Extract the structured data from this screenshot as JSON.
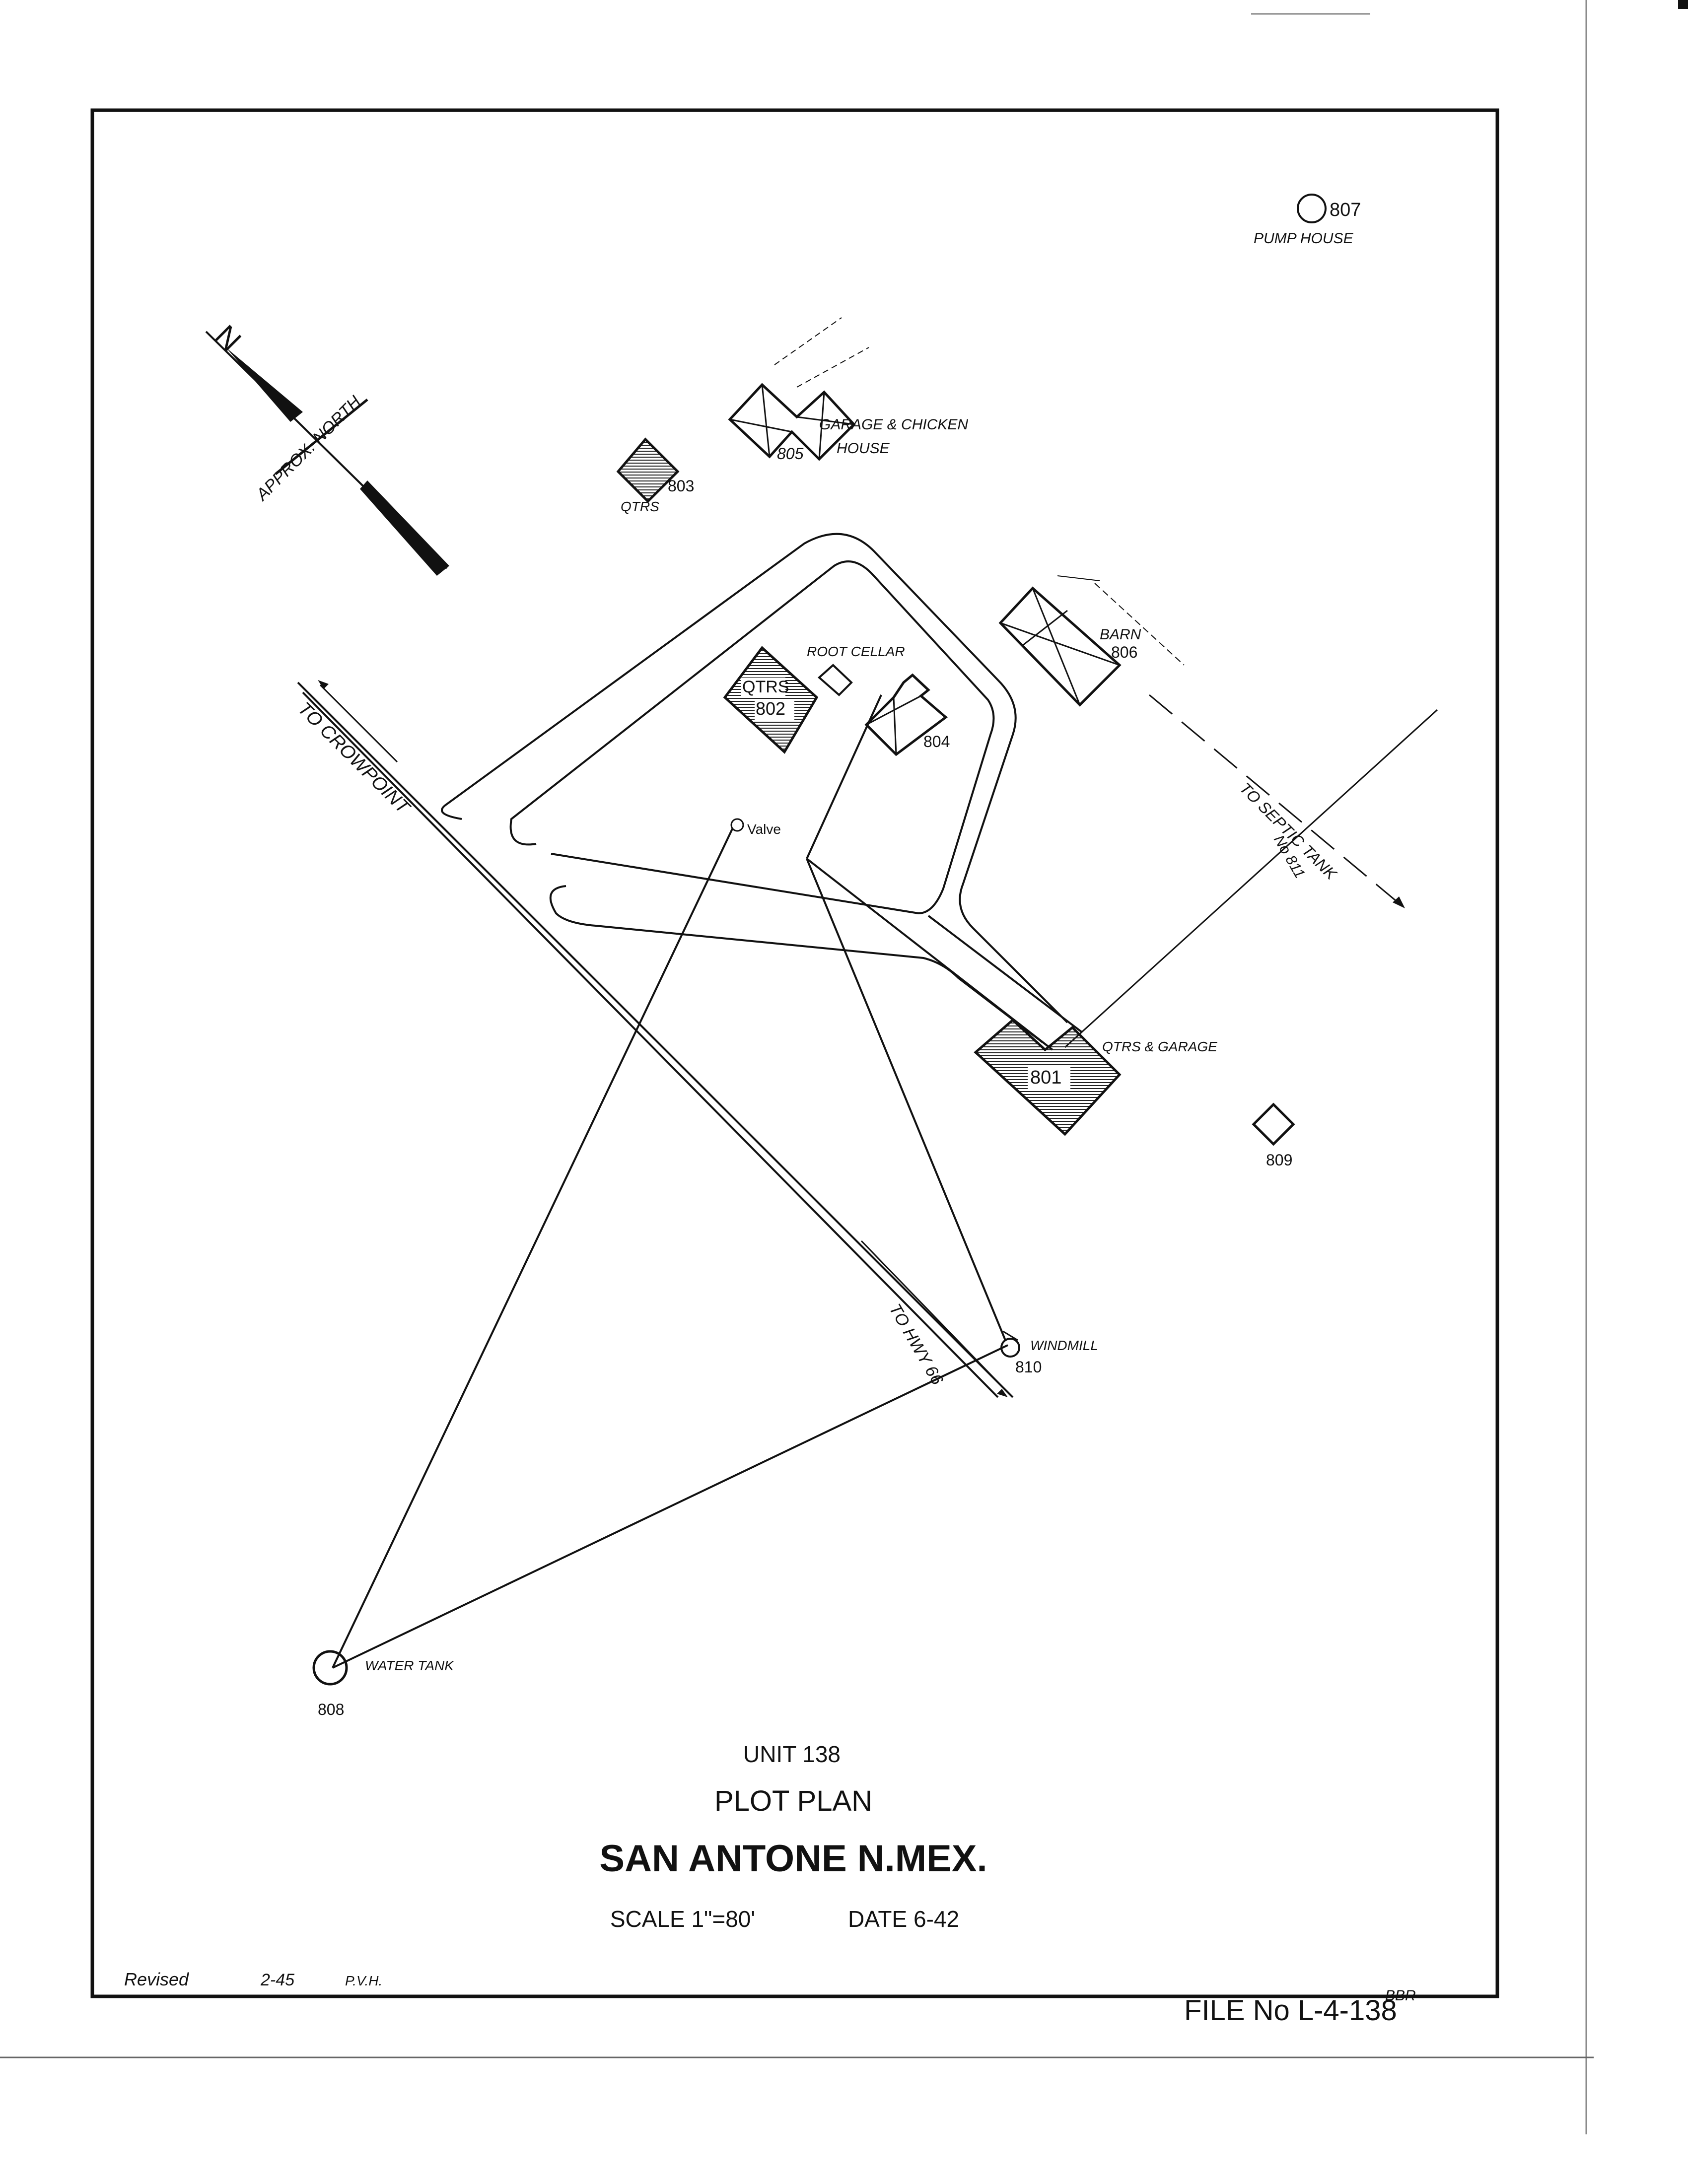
{
  "north_arrow": {
    "letter": "N",
    "label": "APPROX. NORTH"
  },
  "buildings": {
    "b807": {
      "number": "807",
      "name": "PUMP HOUSE"
    },
    "b805": {
      "number": "805",
      "name_line1": "GARAGE & CHICKEN",
      "name_line2": "HOUSE"
    },
    "b803": {
      "number": "803",
      "name": "QTRS"
    },
    "b802": {
      "name": "QTRS",
      "number": "802"
    },
    "root_cellar": {
      "name": "ROOT CELLAR"
    },
    "b804": {
      "number": "804"
    },
    "b806": {
      "name": "BARN",
      "number": "806"
    },
    "b801": {
      "number": "801",
      "name": "QTRS & GARAGE"
    },
    "b809": {
      "number": "809"
    },
    "b810": {
      "name": "WINDMILL",
      "number": "810"
    },
    "b808": {
      "name": "WATER TANK",
      "number": "808"
    },
    "septic": {
      "label": "TO SEPTIC TANK",
      "number": "No 811"
    }
  },
  "roads": {
    "crowpoint": "TO CROWPOINT",
    "hwy66": "TO HWY 66"
  },
  "valve": "Valve",
  "title_block": {
    "unit": "UNIT 138",
    "plan": "PLOT PLAN",
    "place": "SAN ANTONE N.MEX.",
    "scale": "SCALE 1\"=80'",
    "date": "DATE 6-42",
    "revised_label": "Revised",
    "revised_date": "2-45",
    "revised_by": "P.V.H.",
    "drawn_by": "BBR",
    "file_no": "FILE No L-4-138"
  }
}
